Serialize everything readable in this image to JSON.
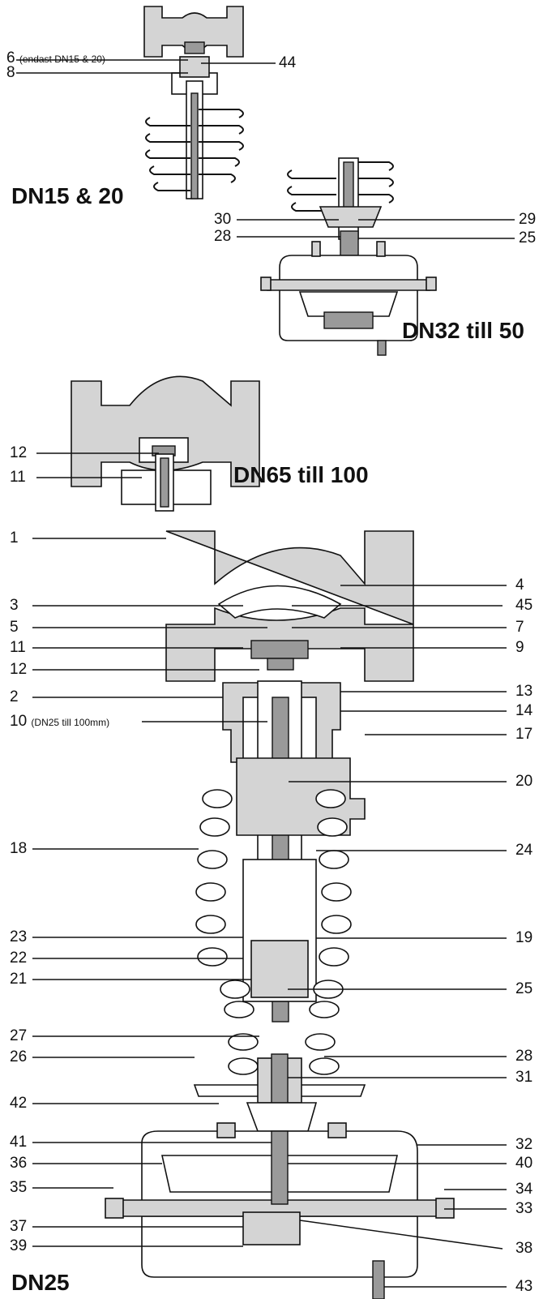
{
  "views": {
    "dn15_20": {
      "title": "DN15 & 20",
      "labels": [
        {
          "id": "6",
          "text": "6",
          "note": "(endast DN15 & 20)"
        },
        {
          "id": "8",
          "text": "8"
        },
        {
          "id": "44",
          "text": "44"
        }
      ]
    },
    "dn32_50": {
      "title": "DN32 till 50",
      "labels": [
        {
          "id": "30",
          "text": "30"
        },
        {
          "id": "28",
          "text": "28"
        },
        {
          "id": "29",
          "text": "29"
        },
        {
          "id": "25",
          "text": "25"
        }
      ]
    },
    "dn65_100": {
      "title": "DN65 till 100",
      "labels": [
        {
          "id": "12",
          "text": "12"
        },
        {
          "id": "11",
          "text": "11"
        }
      ]
    },
    "dn25": {
      "title": "DN25",
      "left_labels": [
        "1",
        "3",
        "5",
        "11",
        "12",
        "2",
        "10",
        "18",
        "23",
        "22",
        "21",
        "27",
        "26",
        "42",
        "41",
        "36",
        "35",
        "37",
        "39"
      ],
      "label_10_note": "(DN25 till 100mm)",
      "right_labels": [
        "4",
        "45",
        "7",
        "9",
        "13",
        "14",
        "17",
        "20",
        "24",
        "19",
        "25",
        "28",
        "31",
        "32",
        "40",
        "34",
        "33",
        "38",
        "43"
      ]
    }
  }
}
